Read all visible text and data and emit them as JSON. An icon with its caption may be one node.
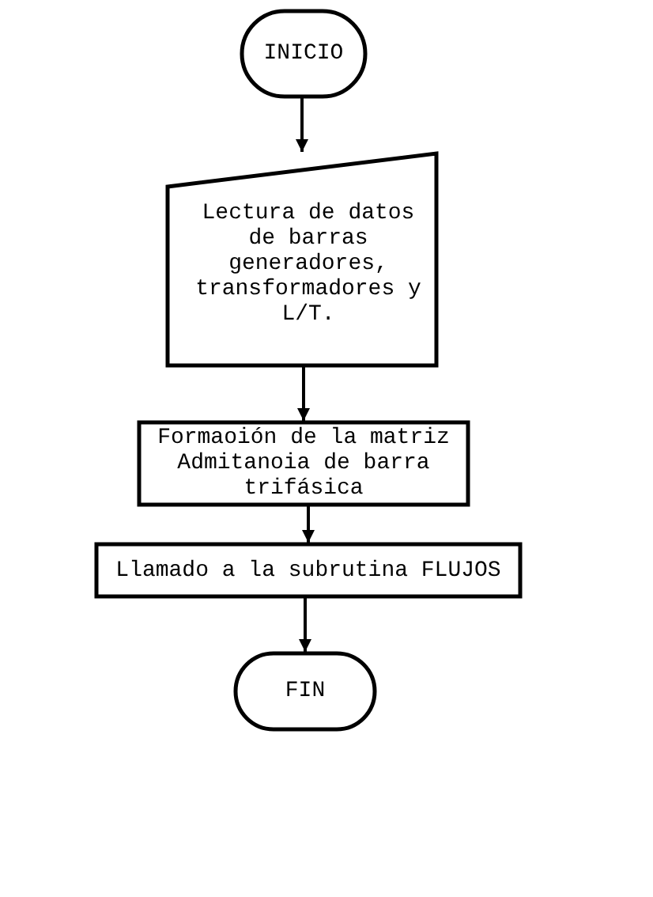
{
  "diagram": {
    "nodes": [
      {
        "text": [
          "INICIO"
        ]
      },
      {
        "text": [
          "Lectura de datos de barras generadores, transformadores y L/T."
        ]
      },
      {
        "text": [
          "Formaoión de la matriz Admitanoia de barra trifásica"
        ]
      },
      {
        "text": [
          "Llamado a la subrutina FLUJOS"
        ]
      },
      {
        "text": [
          "FIN"
        ]
      }
    ],
    "edges": [
      {
        "from": 0,
        "to": 1,
        "arrow": "to"
      },
      {
        "from": 1,
        "to": 2,
        "arrow": "to"
      },
      {
        "from": 2,
        "to": 3,
        "arrow": "to"
      },
      {
        "from": 3,
        "to": 4,
        "arrow": "to"
      }
    ]
  }
}
